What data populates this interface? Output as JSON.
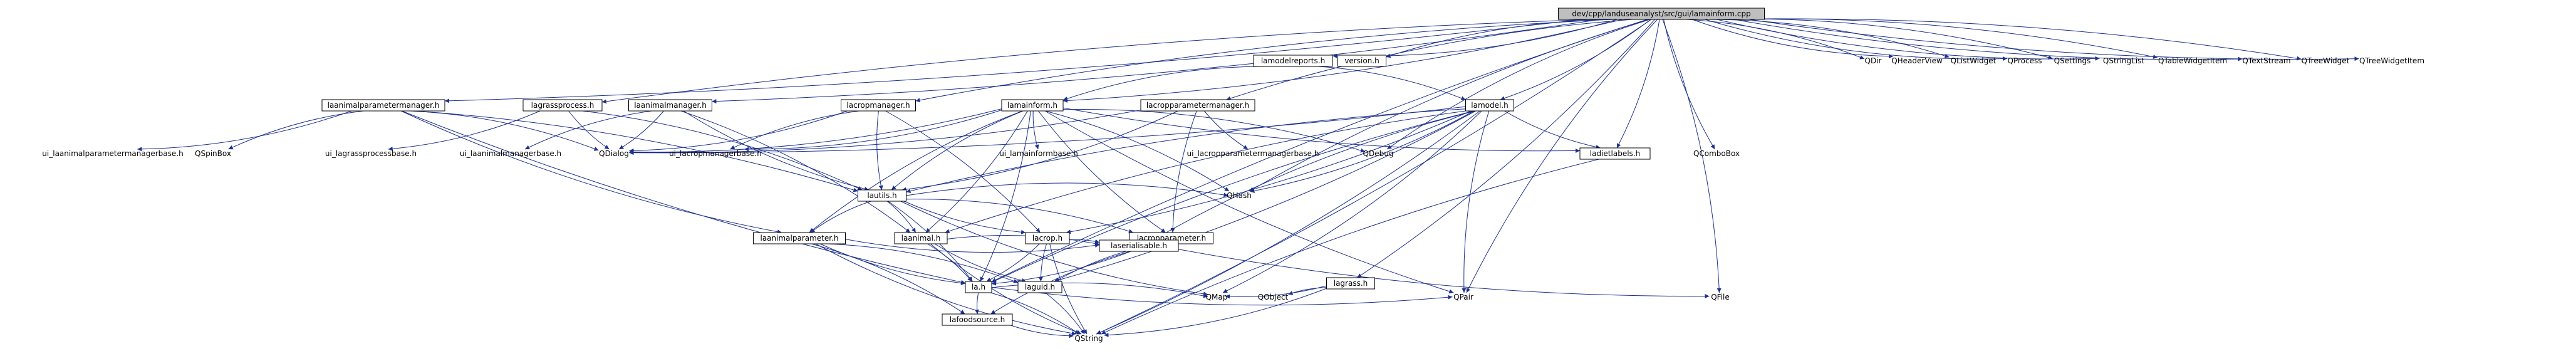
{
  "graph": {
    "type": "include-dependency-graph",
    "colors": {
      "edge": "#1b2f8c",
      "root_fill": "#bfbfbf",
      "box_stroke": "#000000",
      "background": "#ffffff"
    },
    "nodes": [
      {
        "id": "root",
        "label": "dev/cpp/landuseanalyst/src/gui/lamainform.cpp",
        "boxed": true,
        "root": true
      },
      {
        "id": "lamodelreports",
        "label": "lamodelreports.h",
        "boxed": true
      },
      {
        "id": "version",
        "label": "version.h",
        "boxed": true
      },
      {
        "id": "QDir",
        "label": "QDir",
        "boxed": false
      },
      {
        "id": "QHeaderView",
        "label": "QHeaderView",
        "boxed": false
      },
      {
        "id": "QListWidget",
        "label": "QListWidget",
        "boxed": false
      },
      {
        "id": "QProcess",
        "label": "QProcess",
        "boxed": false
      },
      {
        "id": "QSettings",
        "label": "QSettings",
        "boxed": false
      },
      {
        "id": "QStringList",
        "label": "QStringList",
        "boxed": false
      },
      {
        "id": "QTableWidgetItem",
        "label": "QTableWidgetItem",
        "boxed": false
      },
      {
        "id": "QTextStream",
        "label": "QTextStream",
        "boxed": false
      },
      {
        "id": "QTreeWidget",
        "label": "QTreeWidget",
        "boxed": false
      },
      {
        "id": "QTreeWidgetItem",
        "label": "QTreeWidgetItem",
        "boxed": false
      },
      {
        "id": "laanimalparametermanager",
        "label": "laanimalparametermanager.h",
        "boxed": true
      },
      {
        "id": "lagrassprocess",
        "label": "lagrassprocess.h",
        "boxed": true
      },
      {
        "id": "laanimalmanager",
        "label": "laanimalmanager.h",
        "boxed": true
      },
      {
        "id": "lacropmanager",
        "label": "lacropmanager.h",
        "boxed": true
      },
      {
        "id": "lamainform",
        "label": "lamainform.h",
        "boxed": true
      },
      {
        "id": "lacropparametermanager",
        "label": "lacropparametermanager.h",
        "boxed": true
      },
      {
        "id": "lamodel",
        "label": "lamodel.h",
        "boxed": true
      },
      {
        "id": "ui_laanimalparametermanagerbase",
        "label": "ui_laanimalparametermanagerbase.h",
        "boxed": false
      },
      {
        "id": "QSpinBox",
        "label": "QSpinBox",
        "boxed": false
      },
      {
        "id": "ui_lagrassprocessbase",
        "label": "ui_lagrassprocessbase.h",
        "boxed": false
      },
      {
        "id": "ui_laanimalmanagerbase",
        "label": "ui_laanimalmanagerbase.h",
        "boxed": false
      },
      {
        "id": "QDialog",
        "label": "QDialog",
        "boxed": false
      },
      {
        "id": "ui_lacropmanagerbase",
        "label": "ui_lacropmanagerbase.h",
        "boxed": false
      },
      {
        "id": "ui_lamainformbase",
        "label": "ui_lamainformbase.h",
        "boxed": false
      },
      {
        "id": "ui_lacropparametermanagerbase",
        "label": "ui_lacropparametermanagerbase.h",
        "boxed": false
      },
      {
        "id": "QDebug",
        "label": "QDebug",
        "boxed": false
      },
      {
        "id": "ladietlabels",
        "label": "ladietlabels.h",
        "boxed": true
      },
      {
        "id": "QComboBox",
        "label": "QComboBox",
        "boxed": false
      },
      {
        "id": "lautils",
        "label": "lautils.h",
        "boxed": true
      },
      {
        "id": "QHash",
        "label": "QHash",
        "boxed": false
      },
      {
        "id": "laanimalparameter",
        "label": "laanimalparameter.h",
        "boxed": true
      },
      {
        "id": "laanimal",
        "label": "laanimal.h",
        "boxed": true
      },
      {
        "id": "lacrop",
        "label": "lacrop.h",
        "boxed": true
      },
      {
        "id": "lacropparameter",
        "label": "lacropparameter.h",
        "boxed": true
      },
      {
        "id": "laserialisable",
        "label": "laserialisable.h",
        "boxed": true
      },
      {
        "id": "la",
        "label": "la.h",
        "boxed": true
      },
      {
        "id": "laguid",
        "label": "laguid.h",
        "boxed": true
      },
      {
        "id": "lagrass",
        "label": "lagrass.h",
        "boxed": true
      },
      {
        "id": "QMap",
        "label": "QMap",
        "boxed": false
      },
      {
        "id": "QObject",
        "label": "QObject",
        "boxed": false
      },
      {
        "id": "QPair",
        "label": "QPair",
        "boxed": false
      },
      {
        "id": "QFile",
        "label": "QFile",
        "boxed": false
      },
      {
        "id": "lafoodsource",
        "label": "lafoodsource.h",
        "boxed": true
      },
      {
        "id": "QString",
        "label": "QString",
        "boxed": false
      }
    ],
    "edges": [
      [
        "root",
        "lamodelreports"
      ],
      [
        "root",
        "version"
      ],
      [
        "root",
        "QDir"
      ],
      [
        "root",
        "QHeaderView"
      ],
      [
        "root",
        "QListWidget"
      ],
      [
        "root",
        "QProcess"
      ],
      [
        "root",
        "QSettings"
      ],
      [
        "root",
        "QStringList"
      ],
      [
        "root",
        "QTableWidgetItem"
      ],
      [
        "root",
        "QTextStream"
      ],
      [
        "root",
        "QTreeWidget"
      ],
      [
        "root",
        "QTreeWidgetItem"
      ],
      [
        "root",
        "laanimalparametermanager"
      ],
      [
        "root",
        "lagrassprocess"
      ],
      [
        "root",
        "laanimalmanager"
      ],
      [
        "root",
        "lacropmanager"
      ],
      [
        "root",
        "lamainform"
      ],
      [
        "root",
        "lacropparametermanager"
      ],
      [
        "root",
        "lamodel"
      ],
      [
        "root",
        "la"
      ],
      [
        "root",
        "lagrass"
      ],
      [
        "root",
        "QDebug"
      ],
      [
        "root",
        "ladietlabels"
      ],
      [
        "root",
        "QComboBox"
      ],
      [
        "root",
        "QFile"
      ],
      [
        "root",
        "QPair"
      ],
      [
        "root",
        "QString"
      ],
      [
        "root",
        "QHash"
      ],
      [
        "lamodelreports",
        "lamodel"
      ],
      [
        "lamodelreports",
        "lamainform"
      ],
      [
        "laanimalparametermanager",
        "ui_laanimalparametermanagerbase"
      ],
      [
        "laanimalparametermanager",
        "QSpinBox"
      ],
      [
        "laanimalparametermanager",
        "QDialog"
      ],
      [
        "laanimalparametermanager",
        "laanimalparameter"
      ],
      [
        "laanimalparametermanager",
        "lautils"
      ],
      [
        "laanimalparametermanager",
        "la"
      ],
      [
        "lagrassprocess",
        "ui_lagrassprocessbase"
      ],
      [
        "lagrassprocess",
        "QDialog"
      ],
      [
        "lagrassprocess",
        "lautils"
      ],
      [
        "laanimalmanager",
        "ui_laanimalmanagerbase"
      ],
      [
        "laanimalmanager",
        "QDialog"
      ],
      [
        "laanimalmanager",
        "lautils"
      ],
      [
        "laanimalmanager",
        "laanimal"
      ],
      [
        "lacropmanager",
        "ui_lacropmanagerbase"
      ],
      [
        "lacropmanager",
        "QDialog"
      ],
      [
        "lacropmanager",
        "lautils"
      ],
      [
        "lacropmanager",
        "lacrop"
      ],
      [
        "lamainform",
        "ui_lamainformbase"
      ],
      [
        "lamainform",
        "QDialog"
      ],
      [
        "lamainform",
        "lautils"
      ],
      [
        "lamainform",
        "QDebug"
      ],
      [
        "lamainform",
        "ladietlabels"
      ],
      [
        "lamainform",
        "QHash"
      ],
      [
        "lamainform",
        "laanimalparameter"
      ],
      [
        "lamainform",
        "laanimal"
      ],
      [
        "lamainform",
        "lacropparameter"
      ],
      [
        "lamainform",
        "la"
      ],
      [
        "lamainform",
        "QPair"
      ],
      [
        "lamainform",
        "ui_lacropmanagerbase"
      ],
      [
        "lacropparametermanager",
        "ui_lacropparametermanagerbase"
      ],
      [
        "lacropparametermanager",
        "QDialog"
      ],
      [
        "lacropparametermanager",
        "lacropparameter"
      ],
      [
        "lacropparametermanager",
        "lautils"
      ],
      [
        "lamodel",
        "lautils"
      ],
      [
        "lamodel",
        "QDialog"
      ],
      [
        "lamodel",
        "ladietlabels"
      ],
      [
        "lamodel",
        "QHash"
      ],
      [
        "lamodel",
        "laanimal"
      ],
      [
        "lamodel",
        "lacrop"
      ],
      [
        "lamodel",
        "la"
      ],
      [
        "lamodel",
        "QMap"
      ],
      [
        "lamodel",
        "QPair"
      ],
      [
        "lamodel",
        "QString"
      ],
      [
        "lamodel",
        "laserialisable"
      ],
      [
        "lamodel",
        "laguid"
      ],
      [
        "ladietlabels",
        "QString"
      ],
      [
        "lautils",
        "QHash"
      ],
      [
        "lautils",
        "laanimalparameter"
      ],
      [
        "lautils",
        "laanimal"
      ],
      [
        "lautils",
        "lacrop"
      ],
      [
        "lautils",
        "lacropparameter"
      ],
      [
        "lautils",
        "QMap"
      ],
      [
        "lautils",
        "la"
      ],
      [
        "laanimalparameter",
        "la"
      ],
      [
        "laanimalparameter",
        "laguid"
      ],
      [
        "laanimalparameter",
        "laserialisable"
      ],
      [
        "laanimalparameter",
        "lafoodsource"
      ],
      [
        "laanimalparameter",
        "QString"
      ],
      [
        "laanimal",
        "la"
      ],
      [
        "laanimal",
        "laguid"
      ],
      [
        "laanimal",
        "laserialisable"
      ],
      [
        "laanimal",
        "QString"
      ],
      [
        "lacrop",
        "la"
      ],
      [
        "lacrop",
        "laguid"
      ],
      [
        "lacrop",
        "laserialisable"
      ],
      [
        "lacrop",
        "QString"
      ],
      [
        "lacropparameter",
        "la"
      ],
      [
        "lacropparameter",
        "laguid"
      ],
      [
        "lacropparameter",
        "laserialisable"
      ],
      [
        "lacropparameter",
        "lafoodsource"
      ],
      [
        "la",
        "QMap"
      ],
      [
        "la",
        "QPair"
      ],
      [
        "la",
        "QString"
      ],
      [
        "la",
        "lafoodsource"
      ],
      [
        "laguid",
        "QString"
      ],
      [
        "laserialisable",
        "QFile"
      ],
      [
        "lagrass",
        "QMap"
      ],
      [
        "lagrass",
        "QObject"
      ],
      [
        "lagrass",
        "QString"
      ],
      [
        "lafoodsource",
        "QString"
      ]
    ]
  }
}
